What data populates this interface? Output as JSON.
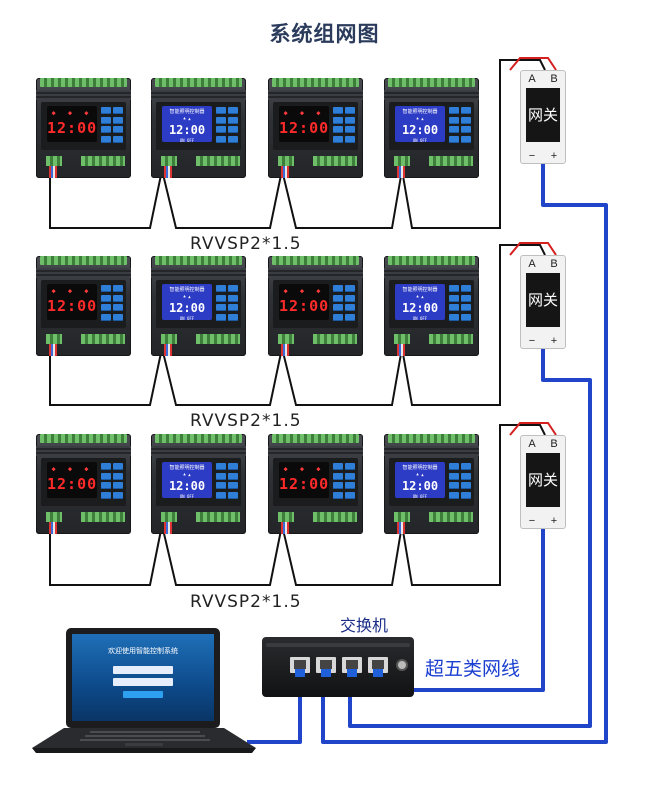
{
  "title": "系统组网图",
  "modules": {
    "red": {
      "time": "12:00",
      "indicators": "◆ ◆ ◆"
    },
    "blue": {
      "header": "智能照明控制器",
      "time": "12:00",
      "sub": "ON OFF",
      "icons": "♣ ▲"
    }
  },
  "gateway": {
    "label": "网关",
    "term_a": "A",
    "term_b": "B",
    "neg": "−",
    "pos": "+"
  },
  "cable_label": "RVVSP2*1.5",
  "switch": {
    "label": "交换机"
  },
  "cat5_label": "超五类网线",
  "laptop": {
    "screen_title": "欢迎使用智能控制系统"
  },
  "colors": {
    "ethernet": "#2145c9",
    "bus": "#111111",
    "bus_red": "#d61f1f"
  }
}
